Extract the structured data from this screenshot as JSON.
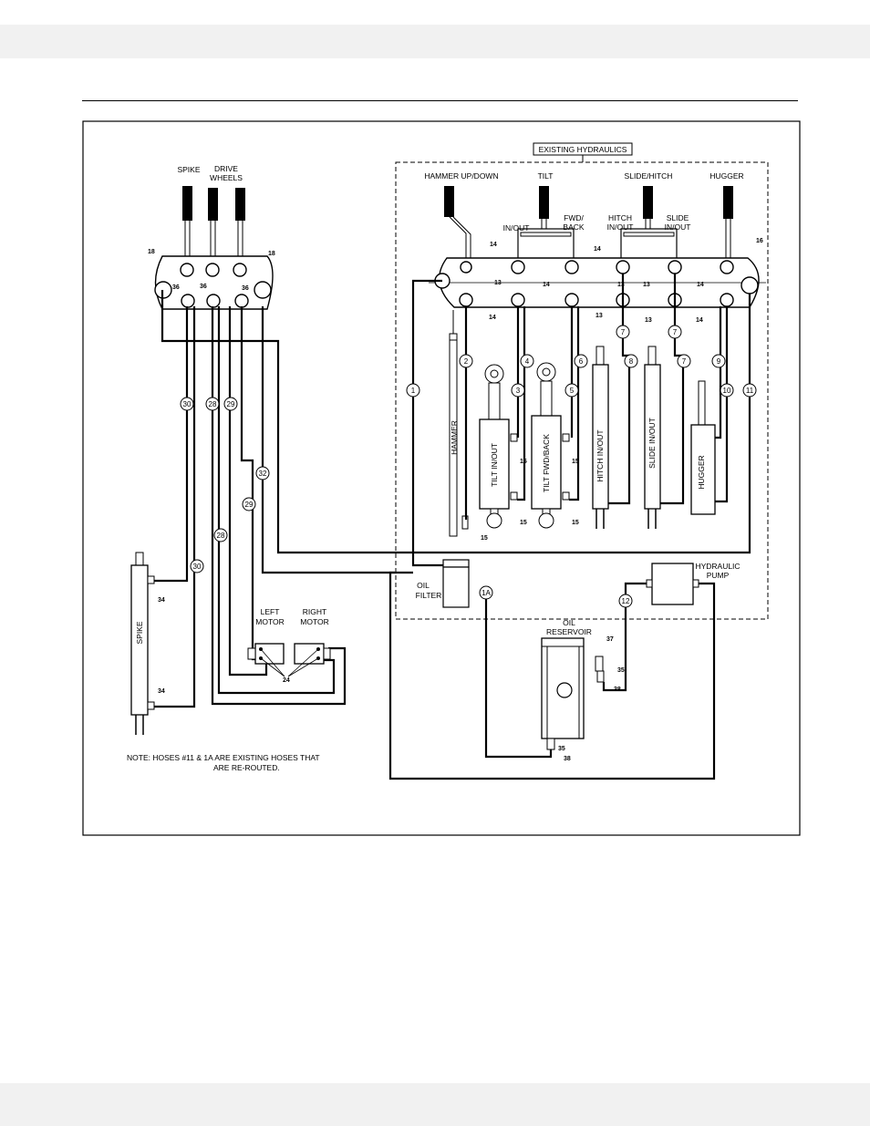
{
  "header": {
    "existing_title": "EXISTING HYDRAULICS"
  },
  "controls": {
    "spike": "SPIKE",
    "drive_line1": "DRIVE",
    "drive_line2": "WHEELS",
    "hammer": "HAMMER UP/DOWN",
    "tilt": "TILT",
    "slide_hitch": "SLIDE/HITCH",
    "hugger": "HUGGER",
    "in_out": "IN/OUT",
    "fwd_line1": "FWD/",
    "fwd_line2": "BACK",
    "hitch_line1": "HITCH",
    "hitch_line2": "IN/OUT",
    "slide_line1": "SLIDE",
    "slide_line2": "IN/OUT"
  },
  "cylinders": {
    "hammer": "HAMMER",
    "tilt_in_out": "TILT IN/OUT",
    "tilt_fwd_back": "TILT FWD/BACK",
    "hitch_in_out": "HITCH IN/OUT",
    "slide_in_out": "SLIDE IN/OUT",
    "hugger": "HUGGER",
    "spike": "SPIKE"
  },
  "components": {
    "oil_filter_line1": "OIL",
    "oil_filter_line2": "FILTER",
    "pump_line1": "HYDRAULIC",
    "pump_line2": "PUMP",
    "reservoir_line1": "OIL",
    "reservoir_line2": "RESERVOIR",
    "left_motor_line1": "LEFT",
    "left_motor_line2": "MOTOR",
    "right_motor_line1": "RIGHT",
    "right_motor_line2": "MOTOR"
  },
  "hoses": {
    "h1": "1",
    "h1a": "1A",
    "h2": "2",
    "h3": "3",
    "h4": "4",
    "h5": "5",
    "h6": "6",
    "h7": "7",
    "h8": "8",
    "h9": "9",
    "h10": "10",
    "h11": "11",
    "h12": "12",
    "h28": "28",
    "h29": "29",
    "h30": "30",
    "h32": "32"
  },
  "parts": {
    "p13": "13",
    "p14": "14",
    "p15": "15",
    "p16": "16",
    "p18": "18",
    "p24": "24",
    "p34": "34",
    "p35": "35",
    "p36": "36",
    "p37": "37",
    "p38": "38"
  },
  "note": {
    "line1": "NOTE:  HOSES #11 & 1A ARE EXISTING HOSES THAT",
    "line2": "ARE RE-ROUTED."
  }
}
